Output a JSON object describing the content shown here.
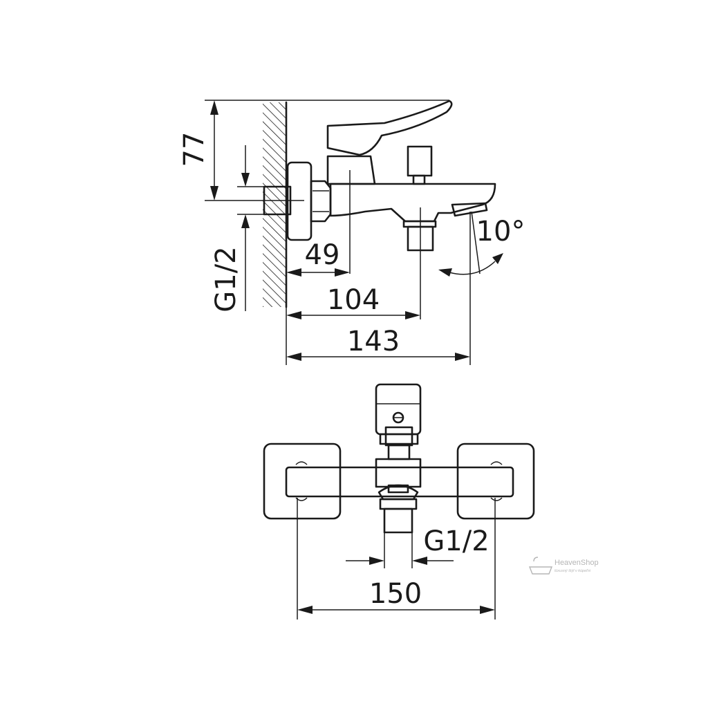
{
  "dimensions": {
    "side_view": {
      "height": "77",
      "thread": "G1/2",
      "to_body": "49",
      "to_outlet": "104",
      "total_length": "143",
      "spout_angle": "10°"
    },
    "front_view": {
      "thread": "G1/2",
      "centers": "150"
    }
  },
  "watermark": {
    "brand": "HeavenShop",
    "tagline": "lúxusný štýl v kúpeľni"
  },
  "colors": {
    "line": "#1a1a1a",
    "background": "#ffffff",
    "watermark": "#b5b5b5"
  }
}
